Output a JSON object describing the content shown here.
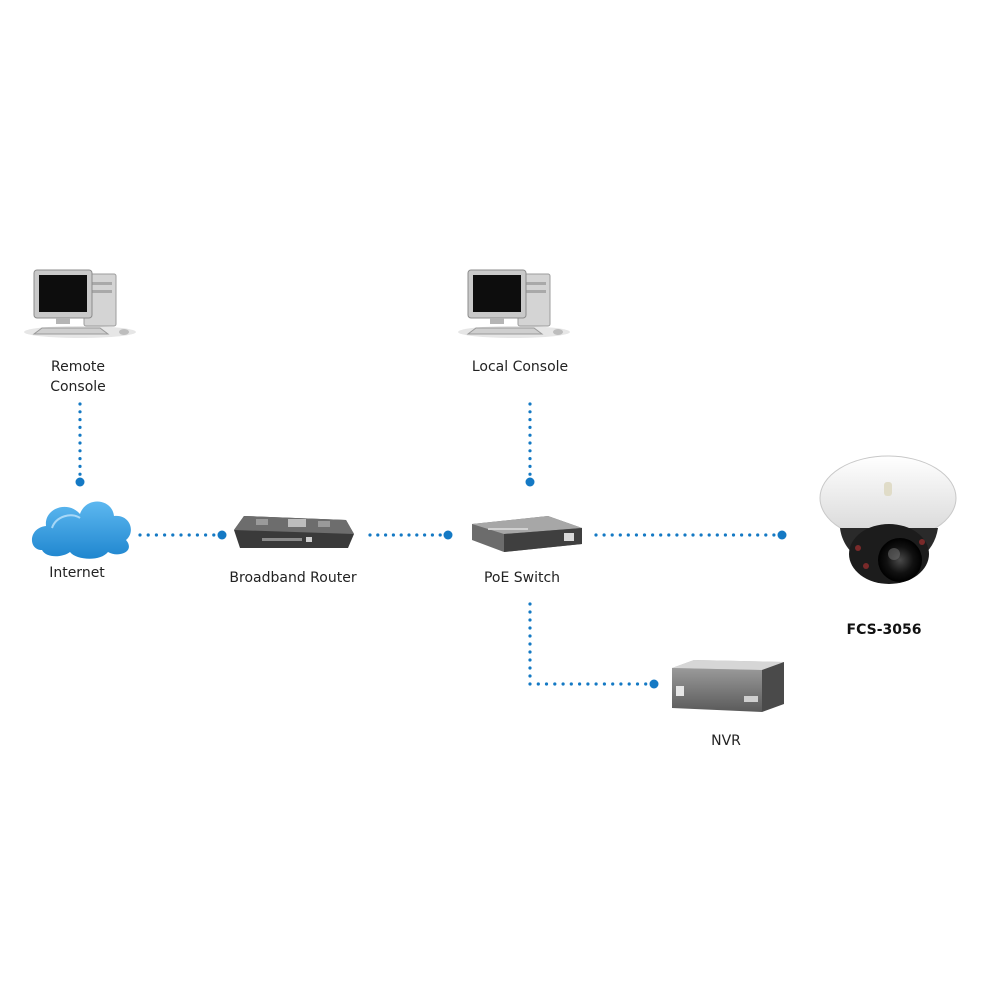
{
  "nodes": {
    "remote_console": {
      "label_line1": "Remote",
      "label_line2": "Console"
    },
    "internet": {
      "label": "Internet"
    },
    "router": {
      "label": "Broadband Router"
    },
    "local_console": {
      "label": "Local Console"
    },
    "poe_switch": {
      "label": "PoE Switch"
    },
    "camera": {
      "label": "FCS-3056"
    },
    "nvr": {
      "label": "NVR"
    }
  },
  "icons": {
    "remote_console": "desktop-computer-icon",
    "internet": "cloud-icon",
    "router": "router-icon",
    "local_console": "desktop-computer-icon",
    "poe_switch": "network-switch-icon",
    "camera": "dome-camera-icon",
    "nvr": "nvr-recorder-icon"
  },
  "colors": {
    "link_dots": "#1479c4",
    "cloud": "#2f9be0",
    "text": "#222222"
  }
}
